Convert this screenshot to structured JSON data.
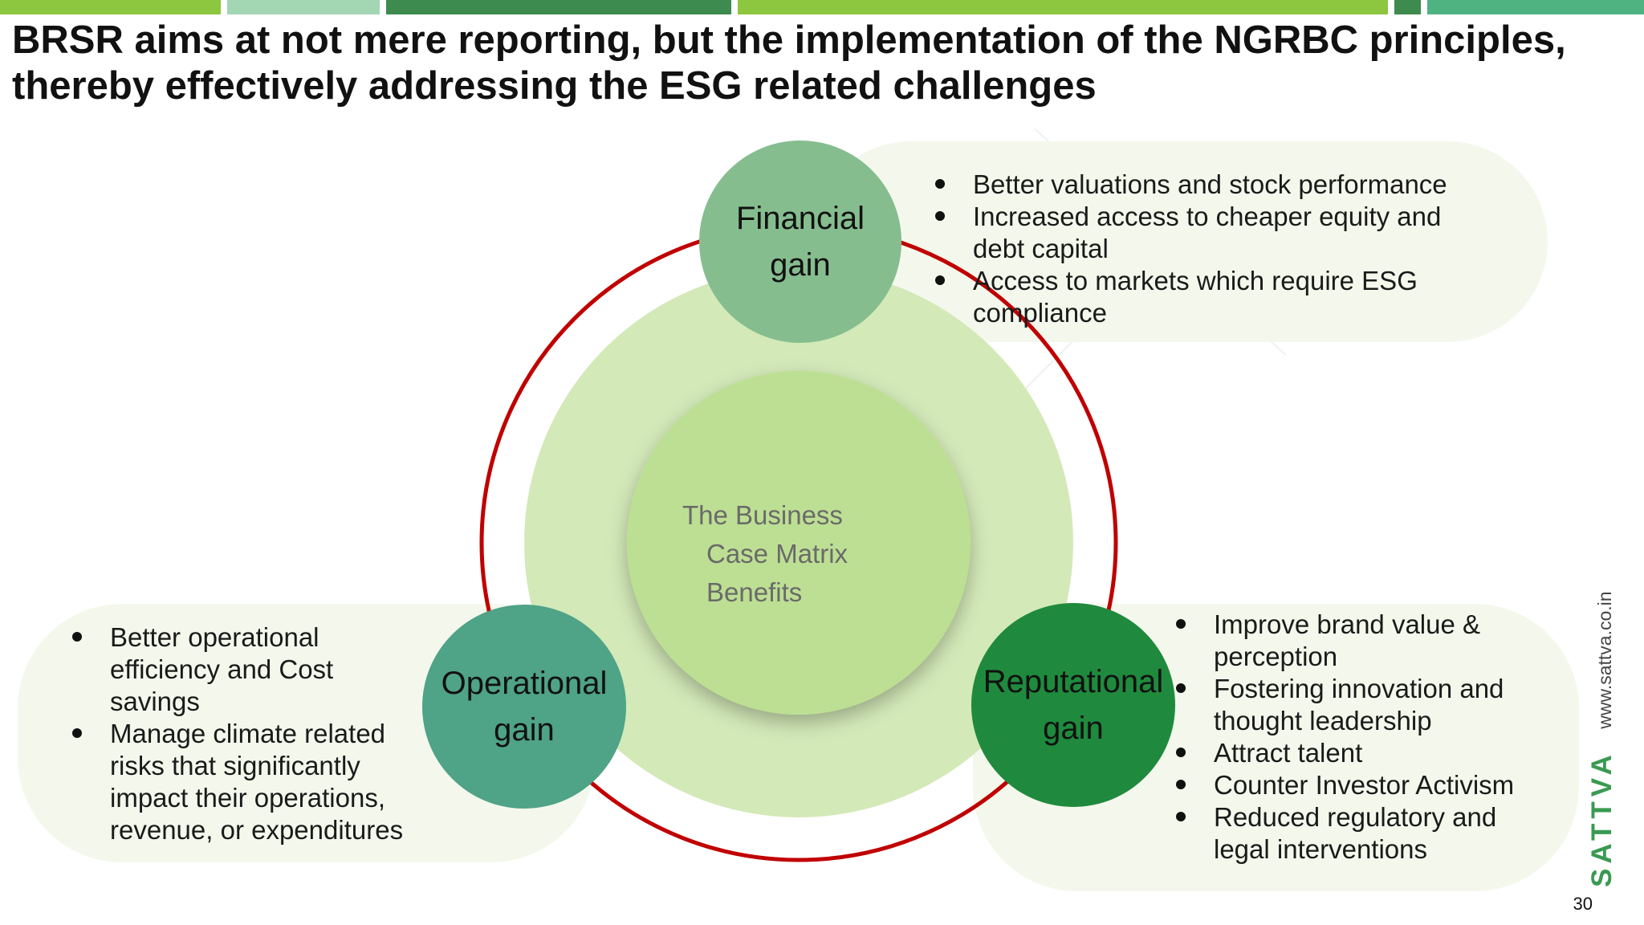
{
  "slide": {
    "title": "BRSR aims at not mere reporting, but the implementation of the NGRBC principles, thereby effectively addressing the ESG related challenges",
    "page_number": "30"
  },
  "colors": {
    "ring": "#c00000",
    "disc": "#d3e9b8",
    "center": "#bddf93",
    "financial": "#86bd8f",
    "operational": "#4fa387",
    "reputational": "#1f8a3d",
    "pill": "#f4f8ec",
    "topbar": [
      "#8dc63f",
      "#a3d6b3",
      "#3d8b4f",
      "#8dc63f",
      "#3d8b4f",
      "#4fb381"
    ]
  },
  "center": {
    "lines": [
      "The Business",
      "Case  Matrix",
      "Benefits"
    ]
  },
  "financial": {
    "label_lines": [
      "Financial",
      "gain"
    ],
    "bullets": [
      "Better valuations and stock performance",
      "Increased access to cheaper equity and debt capital",
      "Access to markets which require ESG compliance"
    ]
  },
  "operational": {
    "label_lines": [
      "Operational",
      "gain"
    ],
    "bullets": [
      "Better operational efficiency and Cost savings",
      "Manage climate related risks that significantly impact their operations, revenue, or expenditures"
    ]
  },
  "reputational": {
    "label_lines": [
      "Reputational",
      "gain"
    ],
    "bullets": [
      "Improve brand value & perception",
      "Fostering innovation and thought leadership",
      "Attract talent",
      "Counter Investor Activism",
      "Reduced regulatory and legal interventions"
    ]
  },
  "brand": {
    "name": "SATTVA",
    "url": "www.sattva.co.in"
  }
}
